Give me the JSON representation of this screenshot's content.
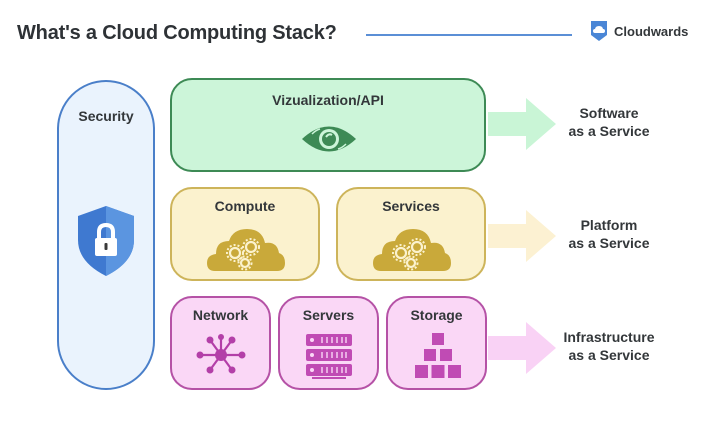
{
  "header": {
    "title": "What's a Cloud Computing Stack?",
    "brand": "Cloudwards",
    "brand_icon": "cloud-shield-icon",
    "accent_color": "#5b8fd6"
  },
  "security": {
    "label": "Security",
    "icon": "shield-lock-icon",
    "border_color": "#4a7fc9",
    "fill_color": "#eaf3fd"
  },
  "layers": [
    {
      "name": "Software as a Service",
      "label_line1": "Software",
      "label_line2": "as a Service",
      "fill_color": "#ccf5d9",
      "border_color": "#3d8a55",
      "arrow_color": "#c9f5d6",
      "components": [
        {
          "label": "Vizualization/API",
          "icon": "eye-icon"
        }
      ]
    },
    {
      "name": "Platform as a Service",
      "label_line1": "Platform",
      "label_line2": "as a Service",
      "fill_color": "#fbf2ce",
      "border_color": "#cdb45a",
      "arrow_color": "#fcf1d2",
      "components": [
        {
          "label": "Compute",
          "icon": "cloud-gears-icon"
        },
        {
          "label": "Services",
          "icon": "cloud-gears-icon"
        }
      ]
    },
    {
      "name": "Infrastructure as a Service",
      "label_line1": "Infrastructure",
      "label_line2": "as a Service",
      "fill_color": "#fad7f6",
      "border_color": "#b552a6",
      "arrow_color": "#f9d2f5",
      "components": [
        {
          "label": "Network",
          "icon": "network-hub-icon"
        },
        {
          "label": "Servers",
          "icon": "server-rack-icon"
        },
        {
          "label": "Storage",
          "icon": "stacked-blocks-icon"
        }
      ]
    }
  ]
}
